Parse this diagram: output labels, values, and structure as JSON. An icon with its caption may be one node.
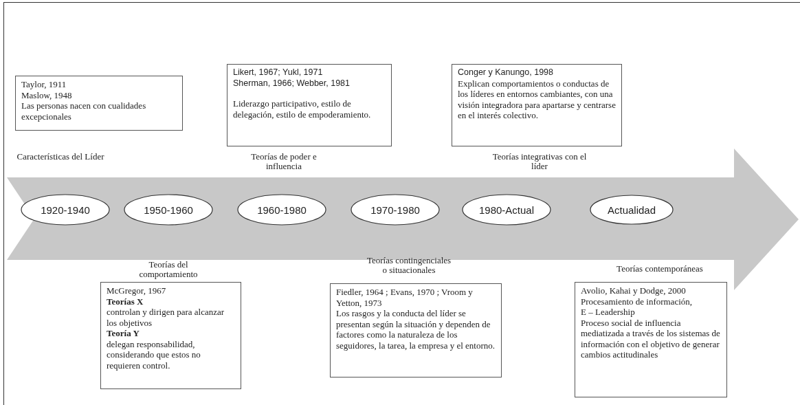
{
  "diagram": {
    "nodes": [
      {
        "text": [],
        "shape": "arrow"
      },
      {
        "text": [
          "1920-1940"
        ],
        "in": 0
      },
      {
        "text": [
          "1950-1960"
        ],
        "in": 0
      },
      {
        "text": [
          "1960-1980"
        ],
        "in": 0
      },
      {
        "text": [
          "1970-1980"
        ],
        "in": 0
      },
      {
        "text": [
          "1980-Actual"
        ],
        "in": 0
      },
      {
        "text": [
          "Actualidad"
        ],
        "in": 0
      },
      {
        "text": [
          "Taylor, 1911",
          "Maslow, 1948",
          "Las personas nacen con cualidades excepcionales"
        ],
        "beside": [
          "Características del Líder"
        ]
      },
      {
        "text": [
          "Likert, 1967; Yukl, 1971",
          "Sherman, 1966; Webber, 1981",
          "Liderazgo participativo, estilo de delegación, estilo de empoderamiento."
        ],
        "beside": [
          "Teorías de poder e influencia"
        ]
      },
      {
        "text": [
          "Conger y Kanungo, 1998",
          "Explican comportamientos o conductas de los líderes en entornos cambiantes, con una visión integradora para apartarse y centrarse en el interés colectivo."
        ],
        "beside": [
          "Teorías integrativas con el líder"
        ]
      },
      {
        "text": [
          "McGregor, 1967",
          "**Teorías X**",
          "controlan y dirigen para alcanzar los objetivos",
          "**Teoría Y**",
          "delegan responsabilidad, considerando que estos no requieren control."
        ],
        "beside": [
          "Teorías del comportamiento"
        ]
      },
      {
        "text": [
          "Fiedler, 1964 ; Evans, 1970 ; Vroom y Yetton, 1973",
          "Los rasgos y la conducta del líder se presentan según la situación y dependen de factores como la naturaleza de los seguidores, la tarea, la empresa y el entorno."
        ],
        "beside": [
          "Teorías contingenciales o situacionales"
        ]
      },
      {
        "text": [
          "Avolio, Kahai y Dodge, 2000",
          "Procesamiento de información,",
          "E – Leadership",
          "Proceso social de influencia mediatizada a través de los sistemas de información con el objetivo de generar cambios actitudinales"
        ],
        "beside": [
          "Teorías contemporáneas"
        ]
      }
    ]
  }
}
